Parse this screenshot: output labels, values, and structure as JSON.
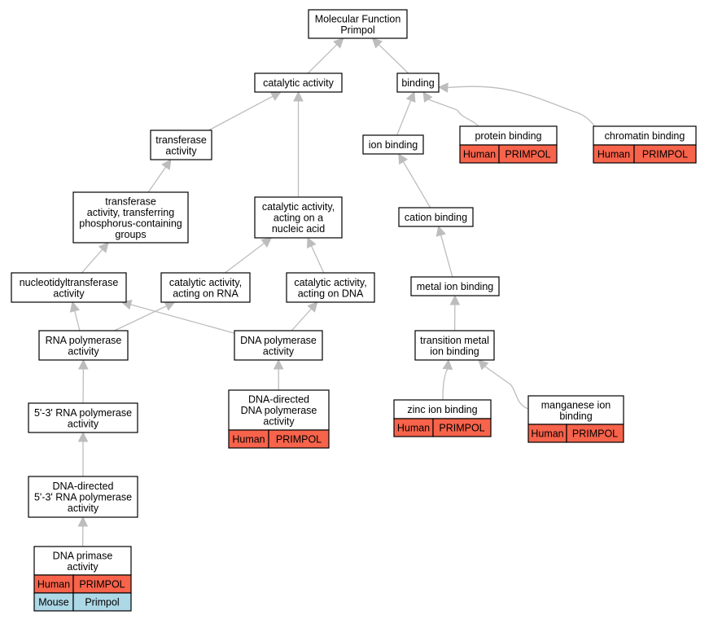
{
  "colors": {
    "human": "#f7634b",
    "mouse": "#add8e6",
    "edge": "#bdbdbd"
  },
  "nodes": {
    "root": [
      "Molecular Function",
      "Primpol"
    ],
    "catalytic": [
      "catalytic activity"
    ],
    "binding": [
      "binding"
    ],
    "transferase": [
      "transferase",
      "activity"
    ],
    "transferase_phos": [
      "transferase",
      "activity, transferring",
      "phosphorus-containing",
      "groups"
    ],
    "cat_nucleic": [
      "catalytic activity,",
      "acting on a",
      "nucleic acid"
    ],
    "nucleotidyl": [
      "nucleotidyltransferase",
      "activity"
    ],
    "cat_rna": [
      "catalytic activity,",
      "acting on RNA"
    ],
    "cat_dna": [
      "catalytic activity,",
      "acting on DNA"
    ],
    "rna_pol": [
      "RNA polymerase",
      "activity"
    ],
    "dna_pol": [
      "DNA polymerase",
      "activity"
    ],
    "rna_pol_53": [
      "5'-3' RNA polymerase",
      "activity"
    ],
    "dna_dir_dna_pol": [
      "DNA-directed",
      "DNA polymerase",
      "activity"
    ],
    "dna_dir_rna_pol": [
      "DNA-directed",
      "5'-3' RNA polymerase",
      "activity"
    ],
    "dna_primase": [
      "DNA primase",
      "activity"
    ],
    "ion_binding": [
      "ion binding"
    ],
    "protein_binding": [
      "protein binding"
    ],
    "chromatin_binding": [
      "chromatin binding"
    ],
    "cation_binding": [
      "cation binding"
    ],
    "metal_ion": [
      "metal ion binding"
    ],
    "transition_metal": [
      "transition metal",
      "ion binding"
    ],
    "zinc": [
      "zinc ion binding"
    ],
    "manganese": [
      "manganese ion",
      "binding"
    ]
  },
  "annotations": {
    "protein_binding": [
      [
        "Human",
        "PRIMPOL"
      ]
    ],
    "chromatin_binding": [
      [
        "Human",
        "PRIMPOL"
      ]
    ],
    "dna_dir_dna_pol": [
      [
        "Human",
        "PRIMPOL"
      ]
    ],
    "zinc": [
      [
        "Human",
        "PRIMPOL"
      ]
    ],
    "manganese": [
      [
        "Human",
        "PRIMPOL"
      ]
    ],
    "dna_primase": [
      [
        "Human",
        "PRIMPOL"
      ],
      [
        "Mouse",
        "Primpol"
      ]
    ]
  }
}
